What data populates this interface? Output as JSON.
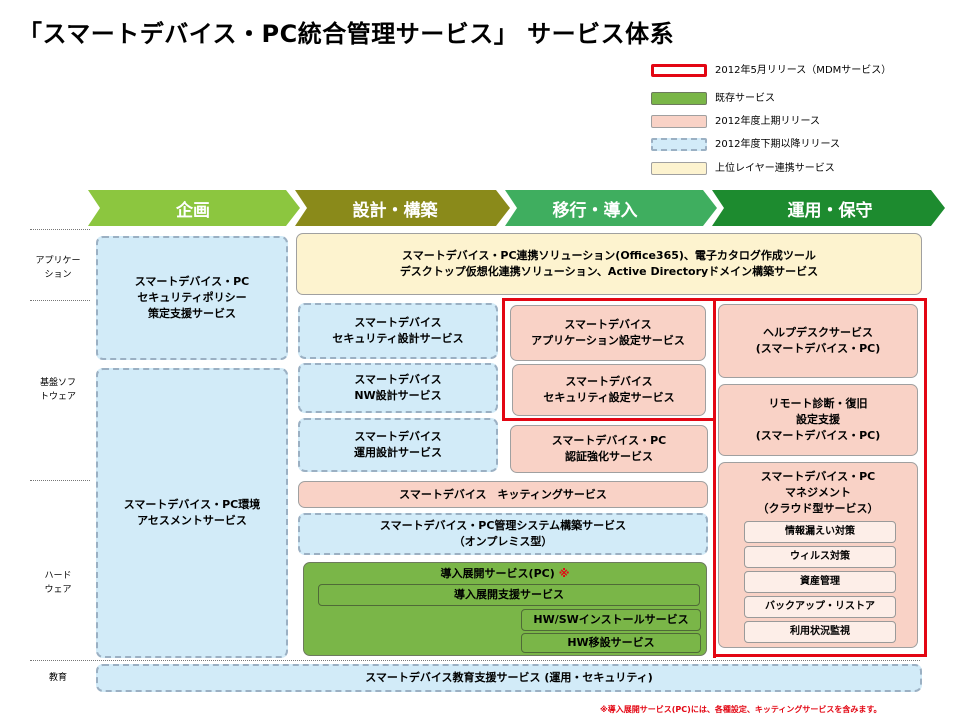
{
  "title": "「スマートデバイス・PC統合管理サービス」 サービス体系",
  "legend": [
    {
      "text": "2012年5月リリース（MDMサービス）",
      "style": "red-outline"
    },
    {
      "text": "既存サービス",
      "style": "green"
    },
    {
      "text": "2012年度上期リリース",
      "style": "pink"
    },
    {
      "text": "2012年度下期以降リリース",
      "style": "blue-dashed"
    },
    {
      "text": "上位レイヤー連携サービス",
      "style": "yellow"
    }
  ],
  "colors": {
    "red": "#e30613",
    "green": "#7ab648",
    "pink": "#f9d2c6",
    "blue": "#d2ebf8",
    "yellow": "#fdf3cf"
  },
  "phases": [
    "企画",
    "設計・構築",
    "移行・導入",
    "運用・保守"
  ],
  "layers": {
    "application": "アプリケー\nション",
    "basic_software": "基盤ソフ\nトウェア",
    "hardware": "ハード\nウェア",
    "education": "教育"
  },
  "boxes": {
    "policy": "スマートデバイス・PC\nセキュリティポリシー\n策定支援サービス",
    "assessment": "スマートデバイス・PC環境\nアセスメントサービス",
    "app_link": "スマートデバイス・PC連携ソリューション(Office365)、電子カタログ作成ツール\nデスクトップ仮想化連携ソリューション、Active Directoryドメイン構築サービス",
    "sec_design": "スマートデバイス\nセキュリティ設計サービス",
    "nw_design": "スマートデバイス\nNW設計サービス",
    "ops_design": "スマートデバイス\n運用設計サービス",
    "app_setting": "スマートデバイス\nアプリケーション設定サービス",
    "sec_setting": "スマートデバイス\nセキュリティ設定サービス",
    "auth": "スマートデバイス・PC\n認証強化サービス",
    "helpdesk": "ヘルプデスクサービス\n(スマートデバイス・PC)",
    "remote": "リモート診断・復旧\n設定支援\n(スマートデバイス・PC)",
    "mgmt": "スマートデバイス・PC\nマネジメント\n（クラウド型サービス）",
    "kitting": "スマートデバイス　キッティングサービス",
    "mgmt_system": "スマートデバイス・PC管理システム構築サービス\n（オンプレミス型）",
    "deploy": "導入展開サービス(PC)",
    "deploy_mark": "※",
    "deploy_support": "導入展開支援サービス",
    "hw_sw_install": "HW/SWインストールサービス",
    "hw_move": "HW移設サービス",
    "education": "スマートデバイス教育支援サービス (運用・セキュリティ)"
  },
  "mgmt_items": [
    "情報漏えい対策",
    "ウィルス対策",
    "資産管理",
    "バックアップ・リストア",
    "利用状況監視"
  ],
  "footnote": "※導入展開サービス(PC)には、各種設定、キッティングサービスを含みます。"
}
